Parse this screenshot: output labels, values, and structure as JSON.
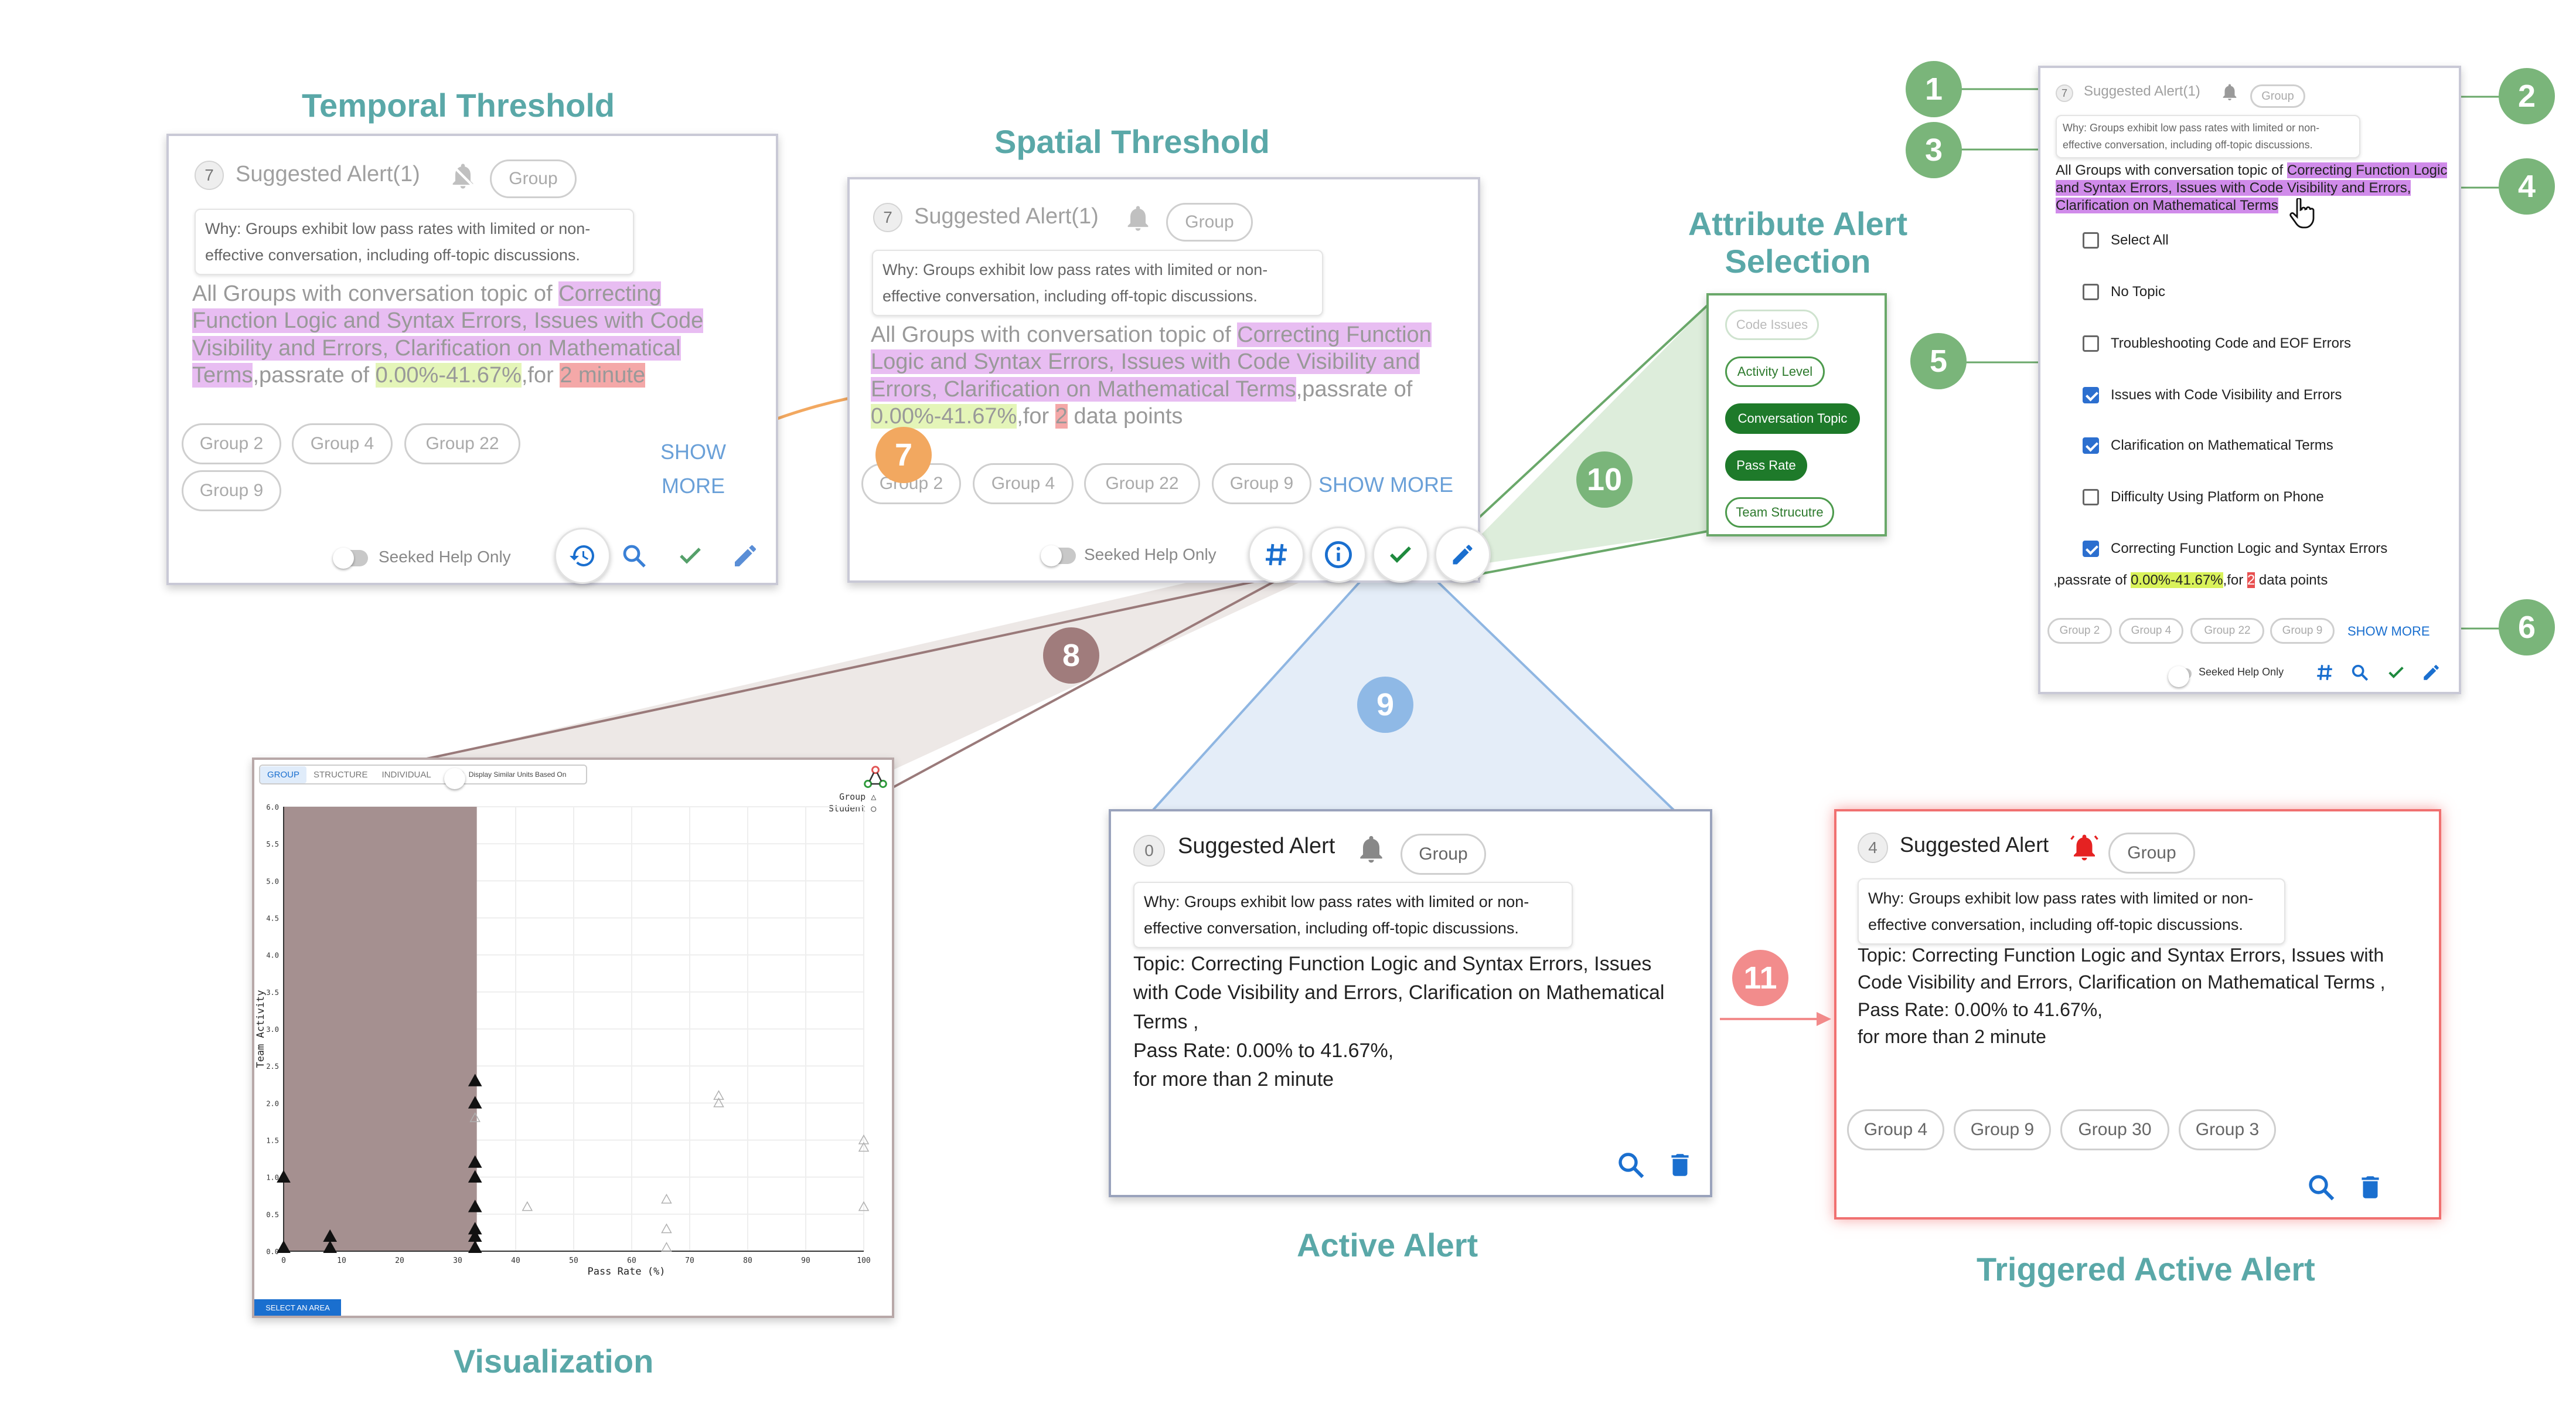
{
  "titles": {
    "temporal": "Temporal Threshold",
    "spatial": "Spatial Threshold",
    "attribute_line1": "Attribute Alert",
    "attribute_line2": "Selection",
    "active": "Active Alert",
    "triggered": "Triggered Active Alert",
    "visualization": "Visualization"
  },
  "temporal_card": {
    "count": "7",
    "title": "Suggested Alert(1)",
    "group_badge": "Group",
    "why": "Why: Groups exhibit low pass rates with limited or non-effective conversation, including off-topic discussions.",
    "body_prefix": "All Groups with conversation topic of ",
    "topics": "Correcting Function Logic and Syntax Errors, Issues with Code Visibility and Errors, Clarification on Mathematical Terms",
    "passrate_label": ",passrate of ",
    "passrate": "0.00%-41.67%",
    "for_label": ",for ",
    "value": "2",
    "unit": " minute",
    "groups": [
      "Group 2",
      "Group 4",
      "Group 22",
      "Group 9"
    ],
    "show_more": "SHOW MORE",
    "seek_help": "Seeked Help Only"
  },
  "spatial_card": {
    "count": "7",
    "title": "Suggested Alert(1)",
    "group_badge": "Group",
    "why": "Why: Groups exhibit low pass rates with limited or non-effective conversation, including off-topic discussions.",
    "body_prefix": "All Groups with conversation topic of ",
    "topics": "Correcting Function Logic and Syntax Errors, Issues with Code Visibility and Errors, Clarification on Mathematical Terms",
    "passrate_label": ",passrate of ",
    "passrate": "0.00%-41.67%",
    "for_label": ",for ",
    "value": "2",
    "unit": " data points",
    "groups": [
      "Group 2",
      "Group 4",
      "Group 22",
      "Group 9"
    ],
    "show_more": "SHOW MORE",
    "seek_help": "Seeked Help Only"
  },
  "attribute_chips": [
    "Code Issues",
    "Activity Level",
    "Conversation Topic",
    "Pass Rate",
    "Team Strucutre"
  ],
  "detail_card": {
    "count": "7",
    "title": "Suggested Alert(1)",
    "group_badge": "Group",
    "why": "Why: Groups exhibit low pass rates with limited or non-effective conversation, including off-topic discussions.",
    "body_prefix": "All Groups with conversation topic of ",
    "topics": "Correcting Function Logic and Syntax Errors, Issues with Code Visibility and Errors, Clarification on Mathematical Terms",
    "options": [
      {
        "label": "Select All",
        "checked": false
      },
      {
        "label": "No Topic",
        "checked": false
      },
      {
        "label": "Troubleshooting Code and EOF Errors",
        "checked": false
      },
      {
        "label": "Issues with Code Visibility and Errors",
        "checked": true
      },
      {
        "label": "Clarification on Mathematical Terms",
        "checked": true
      },
      {
        "label": "Difficulty Using Platform on Phone",
        "checked": false
      },
      {
        "label": "Correcting Function Logic and Syntax Errors",
        "checked": true
      }
    ],
    "passrate_label": ",passrate of ",
    "passrate": "0.00%-41.67%",
    "for_label": ",for ",
    "value": "2",
    "unit": " data points",
    "groups": [
      "Group 2",
      "Group 4",
      "Group 22",
      "Group 9"
    ],
    "show_more": "SHOW MORE",
    "seek_help": "Seeked Help Only"
  },
  "active_card": {
    "count": "0",
    "title": "Suggested Alert",
    "group_badge": "Group",
    "why": "Why: Groups exhibit low pass rates with limited or non-effective conversation, including off-topic discussions.",
    "lines": [
      "Topic: Correcting Function Logic and Syntax Errors, Issues with Code Visibility and Errors, Clarification on Mathematical Terms ,",
      "Pass Rate: 0.00% to 41.67%,",
      "for more than 2 minute"
    ]
  },
  "triggered_card": {
    "count": "4",
    "title": "Suggested Alert",
    "group_badge": "Group",
    "why": "Why: Groups exhibit low pass rates with limited or non-effective conversation, including off-topic discussions.",
    "lines": [
      "Topic: Correcting Function Logic and Syntax Errors, Issues with Code Visibility and Errors, Clarification on Mathematical Terms ,",
      "Pass Rate: 0.00% to 41.67%,",
      "for more than 2 minute"
    ],
    "groups": [
      "Group 4",
      "Group 9",
      "Group 30",
      "Group 3"
    ]
  },
  "markers": [
    "1",
    "2",
    "3",
    "4",
    "5",
    "6",
    "7",
    "8",
    "9",
    "10",
    "11"
  ],
  "visualization": {
    "tabs": [
      "GROUP",
      "STRUCTURE",
      "INDIVIDUAL"
    ],
    "toggle_label": "Display Similar Units Based On",
    "legend": [
      "Group",
      "Student"
    ],
    "select_button": "SELECT AN AREA",
    "chart_data": {
      "type": "scatter",
      "xlabel": "Pass Rate (%)",
      "ylabel": "Team Activity",
      "xlim": [
        0,
        100
      ],
      "ylim": [
        0,
        6.0
      ],
      "x_ticks": [
        0,
        10,
        20,
        30,
        40,
        50,
        60,
        70,
        80,
        90,
        100
      ],
      "y_ticks": [
        0,
        0.5,
        1.0,
        1.5,
        2.0,
        2.5,
        3.0,
        3.5,
        4.0,
        4.5,
        5.0,
        5.5,
        6.0
      ],
      "selected_x_range": [
        0,
        33.3
      ],
      "series": [
        {
          "name": "Group",
          "selected": true,
          "points": [
            [
              0,
              1.0
            ],
            [
              0,
              0.05
            ],
            [
              8,
              0.2
            ],
            [
              8,
              0.05
            ],
            [
              33,
              2.3
            ],
            [
              33,
              2.0
            ],
            [
              33,
              1.2
            ],
            [
              33,
              1.0
            ],
            [
              33,
              0.6
            ],
            [
              33,
              0.3
            ],
            [
              33,
              0.2
            ],
            [
              33,
              0.05
            ]
          ]
        },
        {
          "name": "Group",
          "selected": false,
          "points": [
            [
              33,
              1.8
            ],
            [
              42,
              0.6
            ],
            [
              66,
              0.7
            ],
            [
              66,
              0.3
            ],
            [
              66,
              0.05
            ],
            [
              75,
              2.1
            ],
            [
              75,
              2.0
            ],
            [
              100,
              1.5
            ],
            [
              100,
              1.4
            ],
            [
              100,
              0.6
            ]
          ]
        }
      ]
    }
  },
  "colors": {
    "title_teal": "#5aa8a8",
    "marker_green": "#7ab57a",
    "marker_orange": "#f2a860",
    "marker_brown": "#a07c7c",
    "marker_blue": "#8fb9e6",
    "marker_red": "#f28c8c",
    "selection_fill": "#a08a8a",
    "triggered_border": "#f07070",
    "accent_blue": "#1a6fcf"
  },
  "icons": [
    "bell-icon",
    "history-icon",
    "search-icon",
    "check-icon",
    "edit-icon",
    "hashtag-icon",
    "info-icon",
    "trash-icon",
    "cursor-icon"
  ]
}
